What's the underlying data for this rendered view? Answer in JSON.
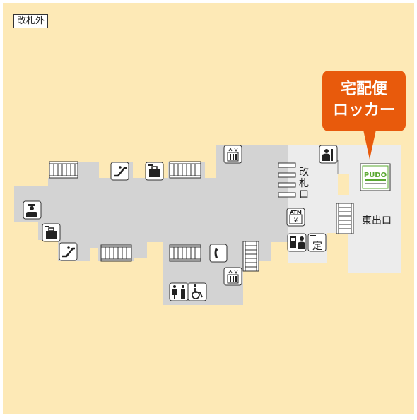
{
  "area_label": "改札外",
  "callout": {
    "line1": "宅配便",
    "line2": "ロッカー"
  },
  "gate_label": [
    "改",
    "札",
    "口"
  ],
  "exit_label": "東出口",
  "pudo_label": "PUDO",
  "atm_label": "ATM",
  "yen_label": "¥",
  "commuter_pass_label": "定",
  "colors": {
    "background": "#fde9b6",
    "concourse": "#d3d3d3",
    "paid_area": "#ececec",
    "callout": "#e85a0c",
    "pudo_green": "#5aa832"
  },
  "icons": [
    "stairs-icon",
    "escalator-icon",
    "coin-locker-icon",
    "elevator-icon",
    "station-staff-icon",
    "telephone-icon",
    "restroom-icon",
    "wheelchair-icon",
    "atm-icon",
    "ticket-machine-icon",
    "commuter-pass-icon",
    "ticket-gate-icon",
    "pudo-locker-icon"
  ]
}
